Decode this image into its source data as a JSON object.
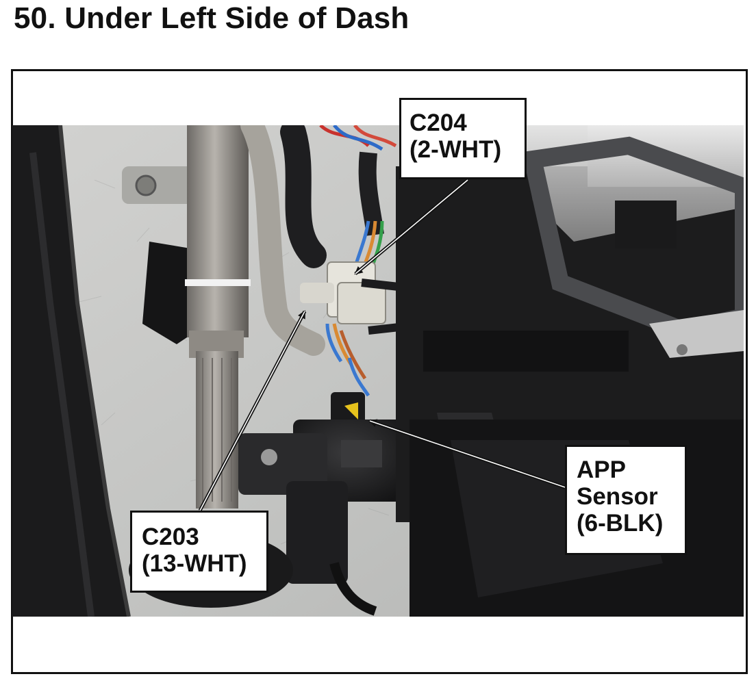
{
  "title": "50.  Under Left Side of Dash",
  "callouts": {
    "c204": {
      "line1": "C204",
      "line2": "(2-WHT)"
    },
    "c203": {
      "line1": "C203",
      "line2": "(13-WHT)"
    },
    "app": {
      "line1": "APP",
      "line2": "Sensor",
      "line3": "(6-BLK)"
    }
  },
  "photo": {
    "content": [
      "steering-column",
      "wire-harness",
      "c204-connector",
      "c203-connector",
      "app-sensor",
      "blower-housing",
      "carpet"
    ]
  },
  "colors": {
    "frame": "#111111",
    "carpet": "#c9c9c9",
    "connector": "#e6e4dc",
    "dark_plastic": "#1d1d1f"
  }
}
